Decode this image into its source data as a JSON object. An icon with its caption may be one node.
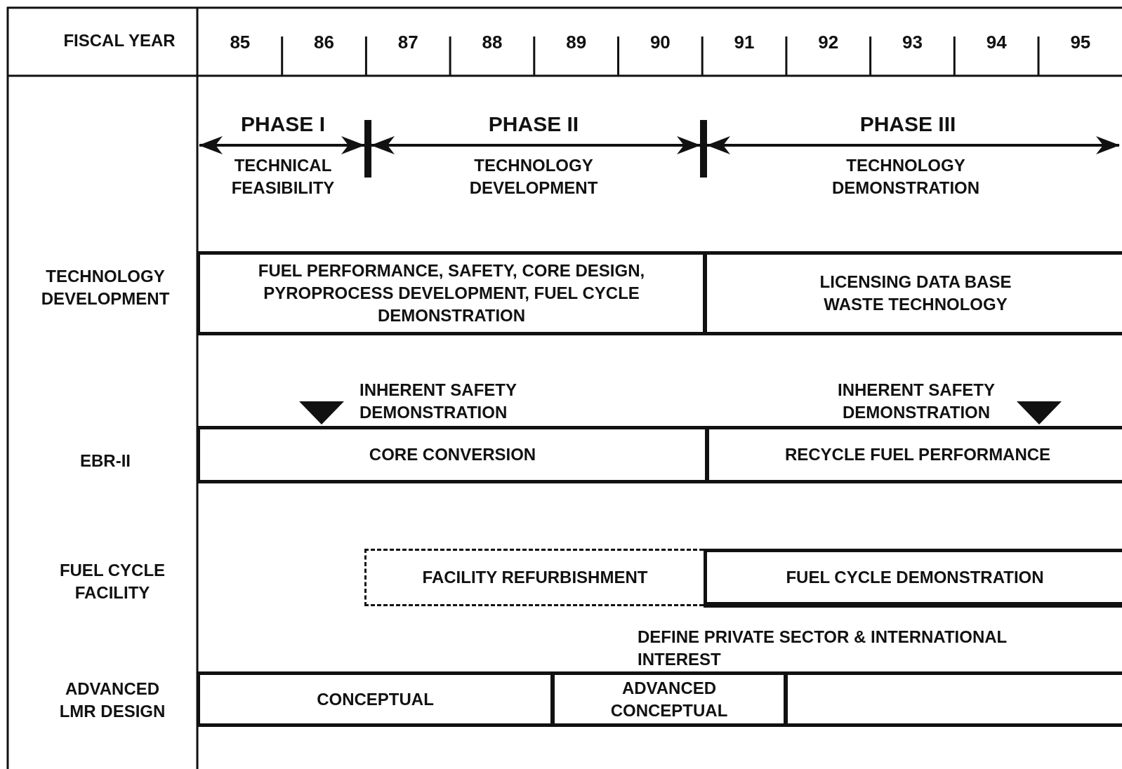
{
  "diagram": {
    "nodes": [
      {
        "text": [
          "FUEL PERFORMANCE, SAFETY, CORE DESIGN, PYROPROCESS DEVELOPMENT, FUEL CYCLE DEMONSTRATION"
        ]
      },
      {
        "text": [
          "LICENSING DATA BASE WASTE TECHNOLOGY"
        ]
      },
      {
        "text": [
          "CORE CONVERSION"
        ]
      },
      {
        "text": [
          "RECYCLE FUEL PERFORMANCE"
        ]
      },
      {
        "text": [
          "FACILITY REFURBISHMENT"
        ]
      },
      {
        "text": [
          "FUEL CYCLE DEMONSTRATION"
        ]
      },
      {
        "text": [
          "CONCEPTUAL"
        ]
      },
      {
        "text": [
          "ADVANCED CONCEPTUAL"
        ]
      },
      {
        "text": [],
        "shape": "box"
      }
    ],
    "labels": [
      "FISCAL YEAR",
      "85",
      "86",
      "87",
      "88",
      "89",
      "90",
      "91",
      "92",
      "93",
      "94",
      "95",
      "PHASE I",
      "PHASE II",
      "PHASE III",
      "TECHNICAL FEASIBILITY",
      "TECHNOLOGY DEVELOPMENT",
      "TECHNOLOGY DEMONSTRATION",
      "TECHNOLOGY DEVELOPMENT",
      "INHERENT SAFETY DEMONSTRATION",
      "INHERENT SAFETY DEMONSTRATION",
      "EBR-II",
      "FUEL CYCLE FACILITY",
      "DEFINE PRIVATE SECTOR & INTERNATIONAL INTEREST",
      "ADVANCED LMR DESIGN"
    ]
  }
}
